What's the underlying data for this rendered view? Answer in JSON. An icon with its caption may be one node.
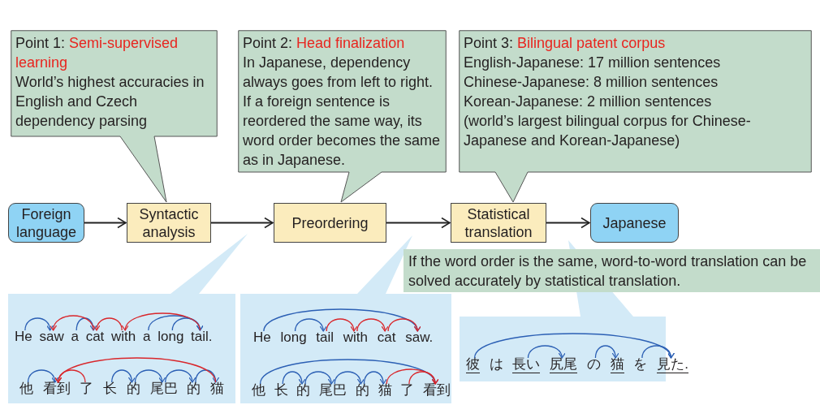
{
  "diagram": {
    "nodes": [
      {
        "text": [
          "Point 1:",
          "Semi-supervised learning",
          "World’s highest accuracies in English and Czech dependency parsing"
        ]
      },
      {
        "text": [
          "Point 2:",
          "Head finalization",
          "In Japanese, dependency always goes from left to right. If a foreign sentence is reordered the same way, its word order becomes the same as in Japanese."
        ]
      },
      {
        "text": [
          "Point 3:",
          "Bilingual patent corpus",
          "English-Japanese: 17 million sentences",
          "Chinese-Japanese: 8 million sentences",
          "Korean-Japanese: 2 million sentences",
          "(world’s largest bilingual corpus for Chinese-Japanese and Korean-Japanese)"
        ]
      },
      {
        "text": [
          "Foreign language"
        ]
      },
      {
        "text": [
          "Syntactic analysis"
        ]
      },
      {
        "text": [
          "Preordering"
        ]
      },
      {
        "text": [
          "Statistical translation"
        ]
      },
      {
        "text": [
          "Japanese"
        ]
      },
      {
        "text": [
          "If the word order is the same, word-to-word translation can be solved accurately by statistical translation."
        ]
      },
      {
        "text": [
          "He saw a cat with a long tail.",
          "他 看到 了 长 的 尾巴 的 猫"
        ]
      },
      {
        "text": [
          "He long tail with cat saw.",
          "他 长 的 尾巴 的 猫 了 看到"
        ]
      },
      {
        "text": [
          "彼 は 長い 尻尾 の 猫 を 見た."
        ]
      }
    ],
    "edges": [
      {
        "from": 3,
        "to": 4,
        "arrow": "to"
      },
      {
        "from": 4,
        "to": 5,
        "arrow": "to"
      },
      {
        "from": 5,
        "to": 6,
        "arrow": "to"
      },
      {
        "from": 6,
        "to": 7,
        "arrow": "to"
      }
    ]
  }
}
